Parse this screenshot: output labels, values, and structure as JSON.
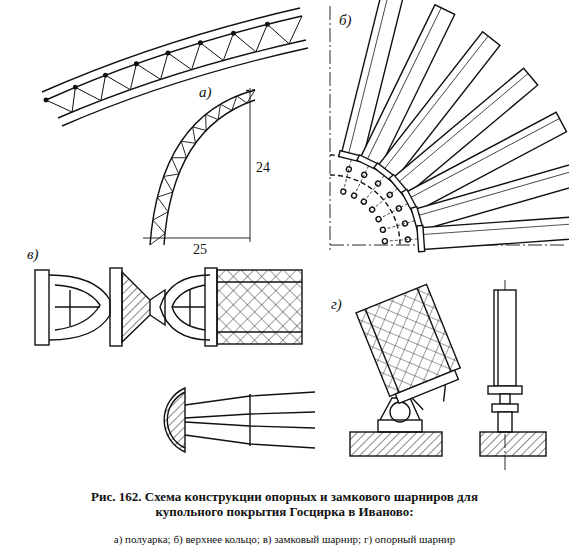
{
  "diagram": {
    "caption": "Рис. 162. Схема конструкции опорных и замкового шарниров для купольного покрытия Госцирка в Иваново:",
    "labels": [
      "а)",
      "24",
      "25",
      "б)",
      "в)",
      "г)",
      "а) полуарка; б) верхнее кольцо; в) замковый шарнир; г) опорный шарнир"
    ]
  }
}
